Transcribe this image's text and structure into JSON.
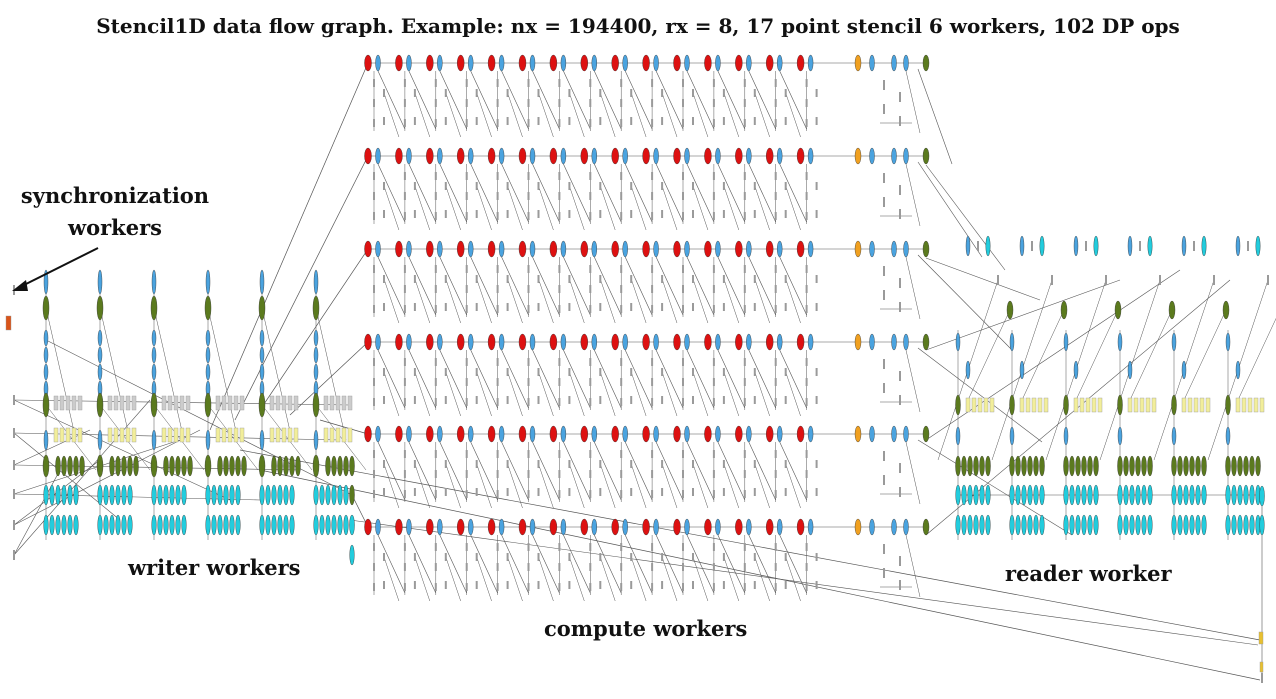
{
  "title": "Stencil1D data flow graph. Example: nx = 194400, rx = 8,  17 point stencil 6 workers, 102 DP ops",
  "labels": {
    "sync_line1": "synchronization",
    "sync_line2": "workers",
    "writer": "writer workers",
    "compute": "compute workers",
    "reader": "reader worker"
  },
  "colors": {
    "red_node": "#dd1111",
    "blue_node": "#4aa3df",
    "green_node": "#5b7a1e",
    "orange_node": "#f0a020",
    "cyan_node": "#22ccdd",
    "yellow_node": "#f2ee9a",
    "edge": "#555555",
    "small_node": "#9a9a9a"
  }
}
